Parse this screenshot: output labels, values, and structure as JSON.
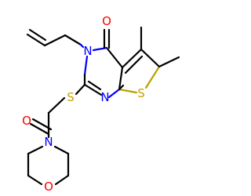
{
  "atoms": {
    "o_carbonyl": "O",
    "n_allyl": "N",
    "n_ring": "N",
    "s_thioether": "S",
    "s_thiophene": "S",
    "o_amide": "O",
    "n_morpholine": "N",
    "o_morpholine": "O"
  },
  "colors": {
    "oxygen": "#ff0000",
    "nitrogen": "#0000ff",
    "sulfur": "#c8a200",
    "carbon_bond": "#000000",
    "background": "#ffffff"
  }
}
